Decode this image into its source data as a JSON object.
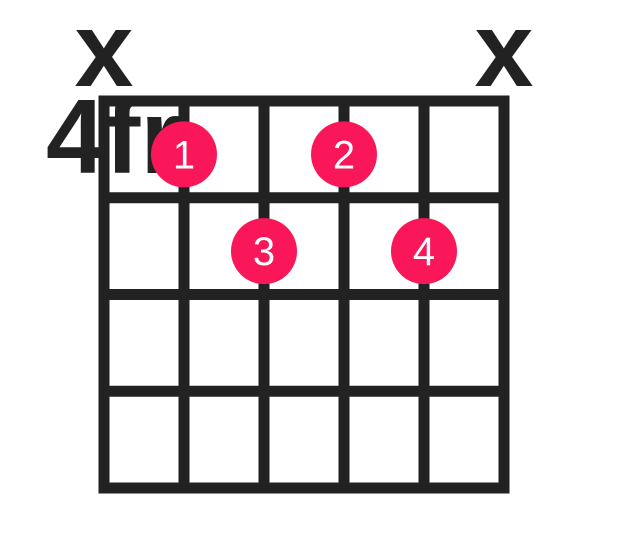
{
  "diagram": {
    "kind": "guitar-chord-diagram",
    "position_label": "4fr",
    "num_strings": 6,
    "num_fret_rows": 4,
    "muted_markers": [
      {
        "string": 1,
        "glyph": "x"
      },
      {
        "string": 6,
        "glyph": "x"
      }
    ],
    "fingerings": [
      {
        "string": 2,
        "fret_row": 1,
        "finger": "1"
      },
      {
        "string": 4,
        "fret_row": 1,
        "finger": "2"
      },
      {
        "string": 3,
        "fret_row": 2,
        "finger": "3"
      },
      {
        "string": 5,
        "fret_row": 2,
        "finger": "4"
      }
    ],
    "colors": {
      "ink": "#222222",
      "dot_fill": "#F9175A",
      "dot_label": "#FFFFFF",
      "background": "#FFFFFF"
    }
  }
}
